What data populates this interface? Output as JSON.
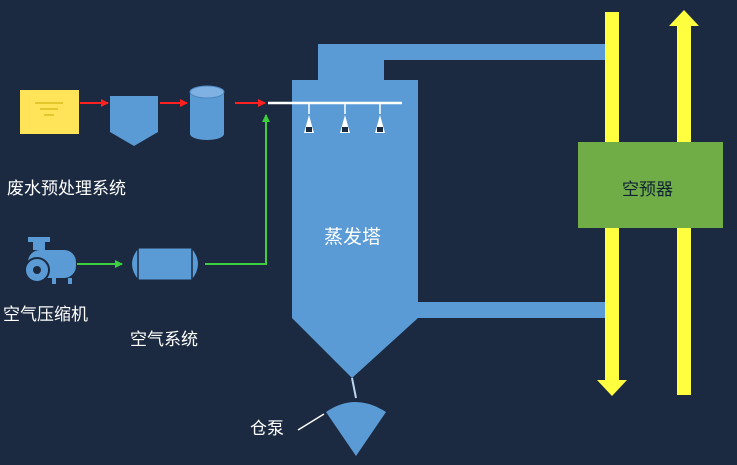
{
  "labels": {
    "wastewater": "废水预处理系统",
    "compressor": "空气压缩机",
    "air_system": "空气系统",
    "tower": "蒸发塔",
    "preheater": "空预器",
    "silo_pump": "仓泵"
  },
  "colors": {
    "background": "#1b2a40",
    "equipment_blue": "#5b9bd5",
    "equipment_edge": "#4a86c0",
    "preheater_green": "#70ad47",
    "air_arrow_yellow": "#ffff40",
    "water_arrow_red": "#ff2020",
    "air_line_green": "#3ecf3e",
    "tank_yellow": "#ffe45a"
  }
}
